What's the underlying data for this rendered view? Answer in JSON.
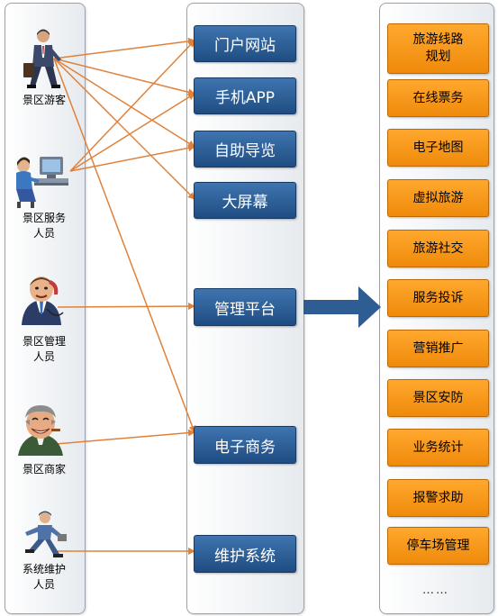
{
  "actors": [
    {
      "id": "visitor",
      "icon": "businessman-walking-icon",
      "label": "景区游客"
    },
    {
      "id": "service",
      "icon": "computer-operator-icon",
      "label": "景区服务\n人员"
    },
    {
      "id": "manager",
      "icon": "phone-caller-icon",
      "label": "景区管理\n人员"
    },
    {
      "id": "merchant",
      "icon": "smiling-merchant-icon",
      "label": "景区商家"
    },
    {
      "id": "maintainer",
      "icon": "running-technician-icon",
      "label": "系统维护\n人员"
    }
  ],
  "channels": [
    {
      "id": "portal",
      "label": "门户网站"
    },
    {
      "id": "app",
      "label": "手机APP"
    },
    {
      "id": "guide",
      "label": "自助导览"
    },
    {
      "id": "screen",
      "label": "大屏幕"
    },
    {
      "id": "platform",
      "label": "管理平台"
    },
    {
      "id": "ecommerce",
      "label": "电子商务"
    },
    {
      "id": "maintenance",
      "label": "维护系统"
    }
  ],
  "features": [
    "旅游线路\n规划",
    "在线票务",
    "电子地图",
    "虚拟旅游",
    "旅游社交",
    "服务投诉",
    "营销推广",
    "景区安防",
    "业务统计",
    "报警求助",
    "停车场管理"
  ],
  "ellipsis": "……",
  "connections": [
    {
      "from": "visitor",
      "to": "portal"
    },
    {
      "from": "visitor",
      "to": "app"
    },
    {
      "from": "visitor",
      "to": "guide"
    },
    {
      "from": "visitor",
      "to": "screen"
    },
    {
      "from": "visitor",
      "to": "ecommerce"
    },
    {
      "from": "service",
      "to": "portal"
    },
    {
      "from": "service",
      "to": "app"
    },
    {
      "from": "service",
      "to": "guide"
    },
    {
      "from": "manager",
      "to": "platform"
    },
    {
      "from": "merchant",
      "to": "ecommerce"
    },
    {
      "from": "maintainer",
      "to": "maintenance"
    }
  ],
  "colors": {
    "connector": "#e0813a",
    "channel_fill": "#2a5a90",
    "feature_fill": "#f7941d",
    "big_arrow": "#2e5d93"
  }
}
